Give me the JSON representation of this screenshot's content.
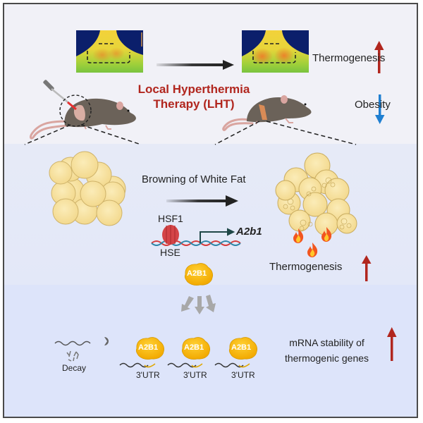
{
  "top_panel": {
    "treatment_label_line1": "Local Hyperthermia",
    "treatment_label_line2": "Therapy (LHT)",
    "outcome_up": "Thermogenesis",
    "outcome_down": "Obesity",
    "colors": {
      "treatment_text": "#b1261e",
      "up_arrow": "#b1261e",
      "down_arrow": "#1f7fd1"
    }
  },
  "middle_panel": {
    "process_label": "Browning of White Fat",
    "transcription_factor": "HSF1",
    "gene": "A2b1",
    "element": "HSE",
    "protein": "A2B1",
    "outcome": "Thermogenesis"
  },
  "bottom_panel": {
    "decay_label": "Decay",
    "binding_units": [
      {
        "protein": "A2B1",
        "region": "3'UTR"
      },
      {
        "protein": "A2B1",
        "region": "3'UTR"
      },
      {
        "protein": "A2B1",
        "region": "3'UTR"
      }
    ],
    "outcome_line1": "mRNA stability of",
    "outcome_line2": "thermogenic genes"
  }
}
